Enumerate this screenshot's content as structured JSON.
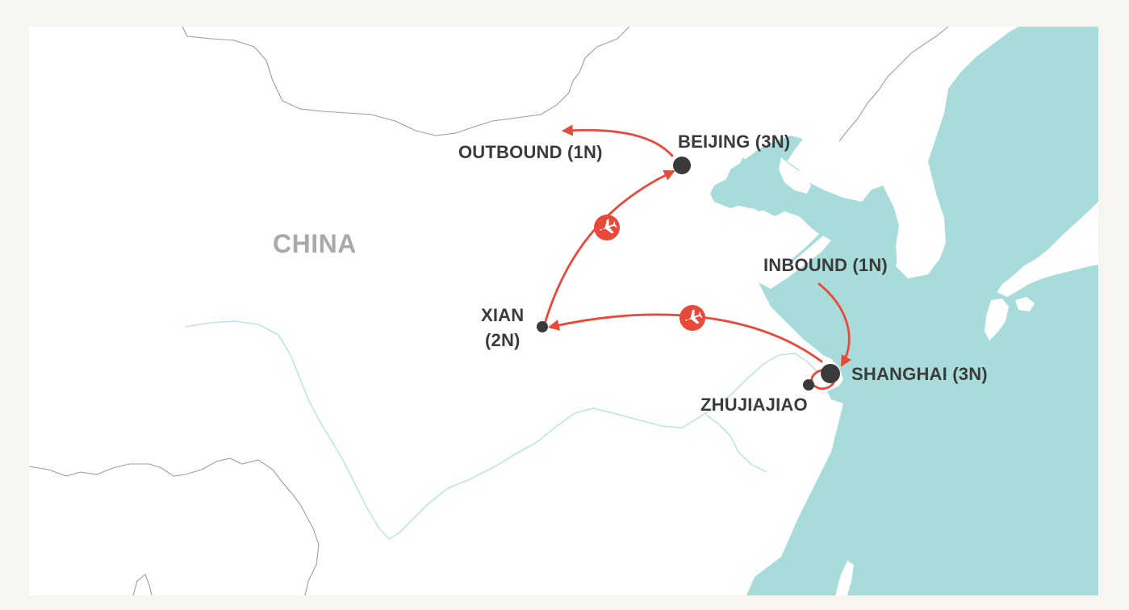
{
  "map": {
    "country_label": "CHINA",
    "stops": [
      {
        "id": "beijing",
        "name": "BEIJING (3N)"
      },
      {
        "id": "xian",
        "name_line1": "XIAN",
        "name_line2": "(2N)"
      },
      {
        "id": "shanghai",
        "name": "SHANGHAI (3N)"
      },
      {
        "id": "zhujiajiao",
        "name": "ZHUJIAJIAO"
      }
    ],
    "inbound": "INBOUND (1N)",
    "outbound": "OUTBOUND (1N)",
    "flight_legs": [
      "Shanghai to Xian",
      "Xian to Beijing"
    ],
    "colors": {
      "sea": "#a7dcdb",
      "land": "#ffffff",
      "route": "#e8493b",
      "border": "#9d9d9d",
      "river": "#bfe3e6",
      "dot": "#3a3a3a",
      "label": "#3b3b3b",
      "country_label": "#a9a9a9",
      "page_background": "#f6f5f0"
    },
    "icons": [
      "airplane-icon"
    ]
  }
}
